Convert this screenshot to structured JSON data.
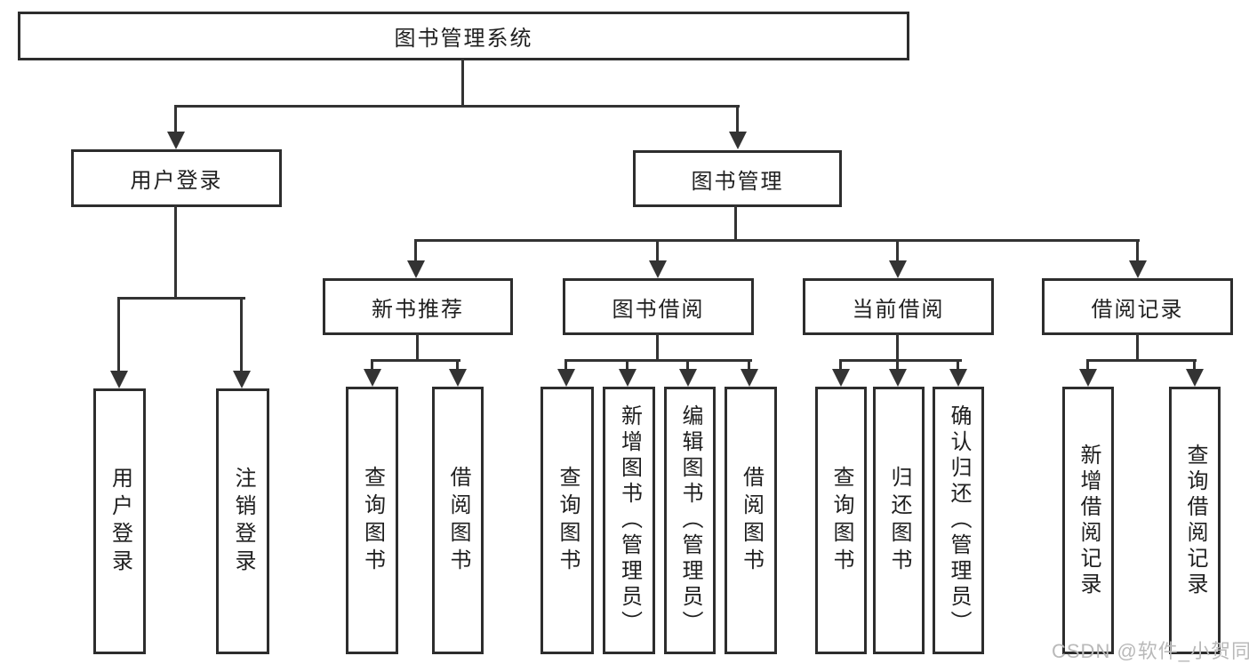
{
  "colors": {
    "line": "#333333",
    "box_border": "#2d2d2d",
    "text": "#1f1f1f",
    "background": "#ffffff",
    "watermark": "#b9b9b9"
  },
  "tree": {
    "root": {
      "label": "图书管理系统"
    },
    "branches": [
      {
        "label": "用户登录",
        "children": [
          {
            "label": "用户登录"
          },
          {
            "label": "注销登录"
          }
        ]
      },
      {
        "label": "图书管理",
        "groups": [
          {
            "label": "新书推荐",
            "children": [
              {
                "label": "查询图书"
              },
              {
                "label": "借阅图书"
              }
            ]
          },
          {
            "label": "图书借阅",
            "children": [
              {
                "label": "查询图书"
              },
              {
                "label": "新增图书（管理员）"
              },
              {
                "label": "编辑图书（管理员）"
              },
              {
                "label": "借阅图书"
              }
            ]
          },
          {
            "label": "当前借阅",
            "children": [
              {
                "label": "查询图书"
              },
              {
                "label": "归还图书"
              },
              {
                "label": "确认归还（管理员）"
              }
            ]
          },
          {
            "label": "借阅记录",
            "children": [
              {
                "label": "新增借阅记录"
              },
              {
                "label": "查询借阅记录"
              }
            ]
          }
        ]
      }
    ]
  },
  "watermark": {
    "text": "CSDN @软件_小贺同学"
  }
}
